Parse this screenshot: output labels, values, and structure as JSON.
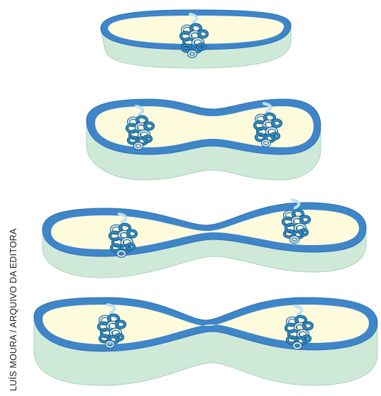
{
  "credit": "LUÍS MOURA / ARQUIVO DA EDITORA",
  "colors": {
    "cytoplasm": "#fdfbdc",
    "membrane": "#3f86c9",
    "membrane_dark": "#2c6fb4",
    "cell_side": "#cfe9d8",
    "cell_side_shade": "#a9d2bc",
    "dna_main": "#2f8fc8",
    "dna_light": "#bfe1f2",
    "dna_dark": "#14517e"
  },
  "stages": [
    {
      "stage": 1,
      "nucleoids": 1
    },
    {
      "stage": 2,
      "nucleoids": 2
    },
    {
      "stage": 3,
      "nucleoids": 2
    },
    {
      "stage": 4,
      "nucleoids": 2
    }
  ]
}
